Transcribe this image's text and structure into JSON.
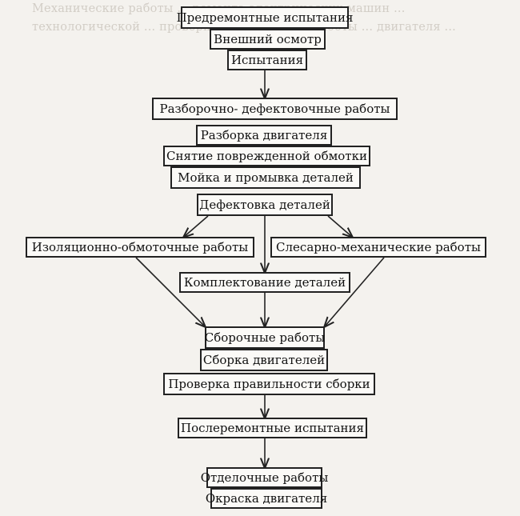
{
  "background_text": "Механические работы ... ремонта электрических машин ... технологической ... проверки ... обмоток, ... работы ... двигателя ...",
  "boxes": {
    "b1": "Предремонтные испытания",
    "b2": "Внешний осмотр",
    "b3": "Испытания",
    "b4": "Разборочно- дефектовочные работы",
    "b5": "Разборка двигателя",
    "b6": "Снятие поврежденной обмотки",
    "b7": "Мойка и промывка деталей",
    "b8": "Дефектовка деталей",
    "b9": "Изоляционно-обмоточные работы",
    "b10": "Слесарно-механические работы",
    "b11": "Комплектование деталей",
    "b12": "Сборочные работы",
    "b13": "Сборка двигателей",
    "b14": "Проверка правильности сборки",
    "b15": "Послеремонтные испытания",
    "b16": "Отделочные работы",
    "b17": "Окраска двигателя"
  }
}
